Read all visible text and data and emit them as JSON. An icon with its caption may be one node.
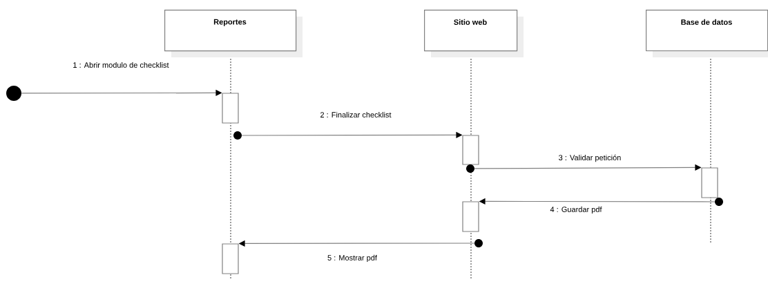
{
  "diagram": {
    "nodes": [
      {
        "text": [
          "Reportes"
        ]
      },
      {
        "text": [
          "Sitio web"
        ]
      },
      {
        "text": [
          "Base de datos"
        ]
      },
      {
        "text": [],
        "shape": "circle"
      },
      {
        "text": [],
        "shape": "bar"
      },
      {
        "text": [],
        "shape": "circle"
      },
      {
        "text": [],
        "shape": "bar"
      },
      {
        "text": [],
        "shape": "circle"
      },
      {
        "text": [],
        "shape": "bar"
      },
      {
        "text": [],
        "shape": "circle"
      },
      {
        "text": [],
        "shape": "bar"
      },
      {
        "text": [],
        "shape": "circle"
      },
      {
        "text": [],
        "shape": "bar"
      }
    ],
    "edges": [
      {
        "from": 3,
        "to": 4,
        "arrow": "to",
        "label": "1 : Abrir modulo de checklist"
      },
      {
        "from": 5,
        "to": 6,
        "arrow": "to",
        "label": "2 : Finalizar checklist"
      },
      {
        "from": 7,
        "to": 8,
        "arrow": "to",
        "label": "3 : Validar petición"
      },
      {
        "from": 9,
        "to": 10,
        "arrow": "to",
        "label": "4 : Guardar pdf"
      },
      {
        "from": 11,
        "to": 12,
        "arrow": "to",
        "label": "5 : Mostrar pdf"
      }
    ]
  }
}
